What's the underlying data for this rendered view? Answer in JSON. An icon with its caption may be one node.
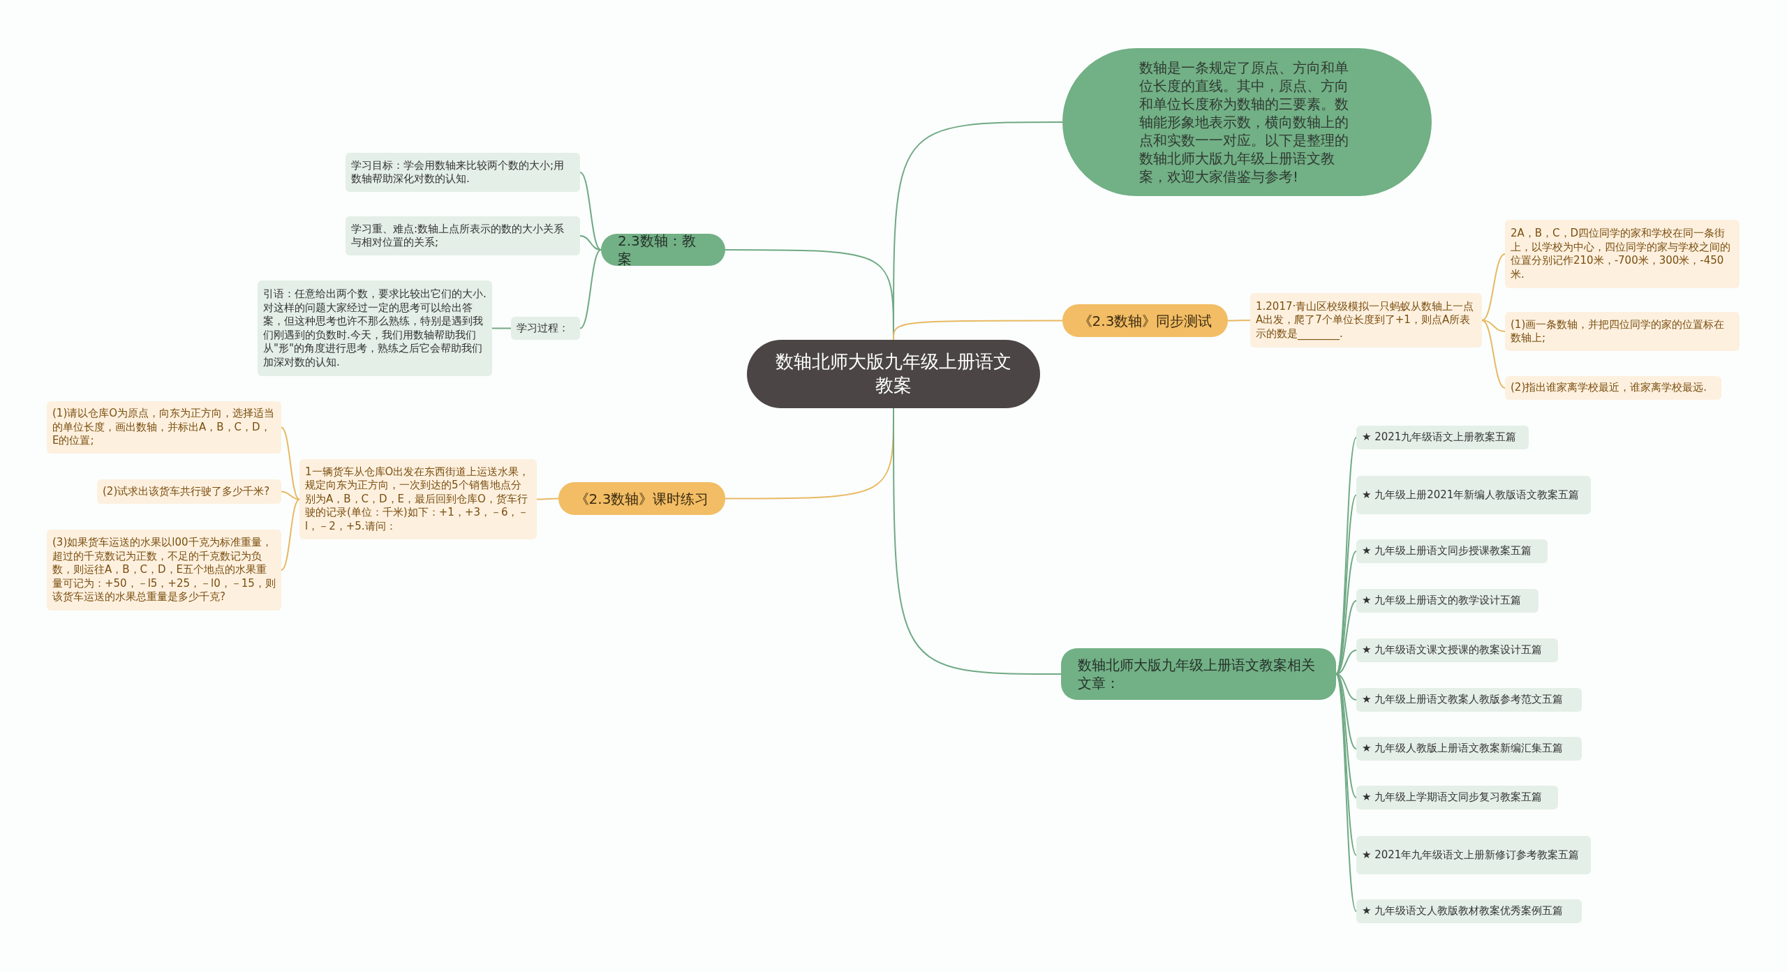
{
  "diagram": {
    "nodes": [
      {
        "text": [
          "数轴北师大版九年级上册语文教案"
        ]
      },
      {
        "text": [
          "数轴是一条规定了原点、方向和单位长度的直线。其中，原点、方向和单位长度称为数轴的三要素。数轴能形象地表示数，横向数轴上的点和实数一一对应。以下是整理的数轴北师大版九年级上册语文教案，欢迎大家借鉴与参考!"
        ]
      },
      {
        "text": [
          "2.3数轴：教案"
        ]
      },
      {
        "text": [
          "学习目标：学会用数轴来比较两个数的大小;用数轴帮助深化对数的认知."
        ]
      },
      {
        "text": [
          "学习重、难点:数轴上点所表示的数的大小关系与相对位置的关系;"
        ]
      },
      {
        "text": [
          "学习过程："
        ]
      },
      {
        "text": [
          "引语：任意给出两个数，要求比较出它们的大小.对这样的问题大家经过一定的思考可以给出答案，但这种思考也许不那么熟练，特别是遇到我们刚遇到的负数时.今天，我们用数轴帮助我们从\"形\"的角度进行思考，熟练之后它会帮助我们加深对数的认知."
        ]
      },
      {
        "text": [
          "《2.3数轴》同步测试"
        ]
      },
      {
        "text": [
          "1.2017·青山区校级模拟一只蚂蚁从数轴上一点A出发，爬了7个单位长度到了+1，则点A所表示的数是________."
        ]
      },
      {
        "text": [
          "2A，B，C，D四位同学的家和学校在同一条街上，以学校为中心，四位同学的家与学校之间的位置分别记作210米，-700米，300米，-450米."
        ]
      },
      {
        "text": [
          "(1)画一条数轴，并把四位同学的家的位置标在数轴上;"
        ]
      },
      {
        "text": [
          "(2)指出谁家离学校最近，谁家离学校最远."
        ]
      },
      {
        "text": [
          "《2.3数轴》课时练习"
        ]
      },
      {
        "text": [
          "1一辆货车从仓库O出发在东西街道上运送水果，规定向东为正方向，一次到达的5个销售地点分别为A，B，C，D，E，最后回到仓库O，货车行驶的记录(单位：千米)如下：+1，+3，－6，－l，－2，+5.请问："
        ]
      },
      {
        "text": [
          "(1)请以仓库O为原点，向东为正方向，选择适当的单位长度，画出数轴，并标出A，B，C，D，E的位置;"
        ]
      },
      {
        "text": [
          "(2)试求出该货车共行驶了多少千米?"
        ]
      },
      {
        "text": [
          "(3)如果货车运送的水果以l00千克为标准重量，超过的千克数记为正数，不足的千克数记为负数，则运往A，B，C，D，E五个地点的水果重量可记为：+50，－l5，+25，－l0，－15，则该货车运送的水果总重量是多少千克?"
        ]
      },
      {
        "text": [
          "数轴北师大版九年级上册语文教案相关文章："
        ]
      },
      {
        "text": [
          "★ 2021九年级语文上册教案五篇"
        ]
      },
      {
        "text": [
          "★ 九年级上册2021年新编人教版语文教案五篇"
        ]
      },
      {
        "text": [
          "★ 九年级上册语文同步授课教案五篇"
        ]
      },
      {
        "text": [
          "★ 九年级上册语文的教学设计五篇"
        ]
      },
      {
        "text": [
          "★ 九年级语文课文授课的教案设计五篇"
        ]
      },
      {
        "text": [
          "★ 九年级上册语文教案人教版参考范文五篇"
        ]
      },
      {
        "text": [
          "★ 九年级人教版上册语文教案新编汇集五篇"
        ]
      },
      {
        "text": [
          "★ 九年级上学期语文同步复习教案五篇"
        ]
      },
      {
        "text": [
          "★ 2021年九年级语文上册新修订参考教案五篇"
        ]
      },
      {
        "text": [
          "★ 九年级语文人教版教材教案优秀案例五篇"
        ]
      }
    ],
    "edges": [
      {
        "from": 0,
        "to": 1,
        "arrow": "none"
      },
      {
        "from": 0,
        "to": 2,
        "arrow": "none"
      },
      {
        "from": 2,
        "to": 3,
        "arrow": "none"
      },
      {
        "from": 2,
        "to": 4,
        "arrow": "none"
      },
      {
        "from": 2,
        "to": 5,
        "arrow": "none"
      },
      {
        "from": 5,
        "to": 6,
        "arrow": "none"
      },
      {
        "from": 0,
        "to": 7,
        "arrow": "none",
        "color": "#e9b862"
      },
      {
        "from": 7,
        "to": 8,
        "arrow": "none",
        "color": "#e9b862"
      },
      {
        "from": 8,
        "to": 9,
        "arrow": "none",
        "color": "#e9b862"
      },
      {
        "from": 8,
        "to": 10,
        "arrow": "none",
        "color": "#e9b862"
      },
      {
        "from": 8,
        "to": 11,
        "arrow": "none",
        "color": "#e9b862"
      },
      {
        "from": 0,
        "to": 12,
        "arrow": "none",
        "color": "#e9b862"
      },
      {
        "from": 12,
        "to": 13,
        "arrow": "none",
        "color": "#e9b862"
      },
      {
        "from": 13,
        "to": 14,
        "arrow": "none",
        "color": "#e9b862"
      },
      {
        "from": 13,
        "to": 15,
        "arrow": "none",
        "color": "#e9b862"
      },
      {
        "from": 13,
        "to": 16,
        "arrow": "none",
        "color": "#e9b862"
      },
      {
        "from": 0,
        "to": 17,
        "arrow": "none"
      },
      {
        "from": 17,
        "to": 18,
        "arrow": "none"
      },
      {
        "from": 17,
        "to": 19,
        "arrow": "none"
      },
      {
        "from": 17,
        "to": 20,
        "arrow": "none"
      },
      {
        "from": 17,
        "to": 21,
        "arrow": "none"
      },
      {
        "from": 17,
        "to": 22,
        "arrow": "none"
      },
      {
        "from": 17,
        "to": 23,
        "arrow": "none"
      },
      {
        "from": 17,
        "to": 24,
        "arrow": "none"
      },
      {
        "from": 17,
        "to": 25,
        "arrow": "none"
      },
      {
        "from": 17,
        "to": 26,
        "arrow": "none"
      },
      {
        "from": 17,
        "to": 27,
        "arrow": "none"
      }
    ]
  }
}
